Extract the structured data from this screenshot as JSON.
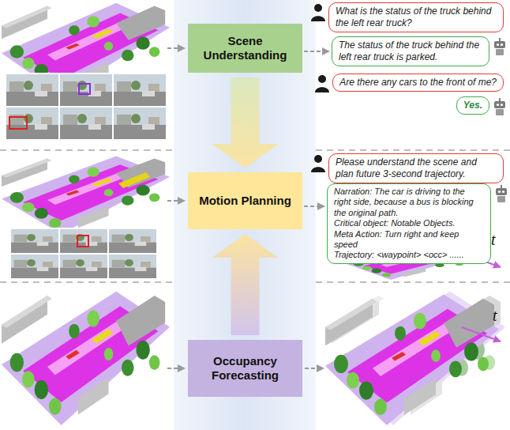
{
  "diagram": {
    "nodes": [
      {
        "text": [
          "Scene Understanding"
        ]
      },
      {
        "text": [
          "What is the status of the truck behind the left rear truck?"
        ]
      },
      {
        "text": [
          "The status of the truck behind the left rear truck is parked."
        ]
      },
      {
        "text": [
          "Are there any cars to the front of me?"
        ]
      },
      {
        "text": [
          "Yes."
        ]
      },
      {
        "text": [
          "Motion Planning"
        ]
      },
      {
        "text": [
          "Please understand the scene and plan future 3-second trajectory."
        ]
      },
      {
        "text": [
          "Narration: The car is driving to the right side, because a bus is blocking the original path.",
          "Critical object: Notable Objects.",
          "Meta Action: Turn right and keep speed",
          "Trajectory: <waypoint> <occ> ......"
        ]
      },
      {
        "text": [
          "Occupancy Forecasting"
        ]
      }
    ],
    "edges": [
      {
        "from": 0,
        "to": 5,
        "arrow": "to"
      },
      {
        "from": 8,
        "to": 5,
        "arrow": "to"
      },
      {
        "from": 0,
        "to": 2,
        "arrow": "to"
      },
      {
        "from": 5,
        "to": 7,
        "arrow": "to"
      }
    ],
    "labels": [
      "t",
      "t"
    ]
  }
}
